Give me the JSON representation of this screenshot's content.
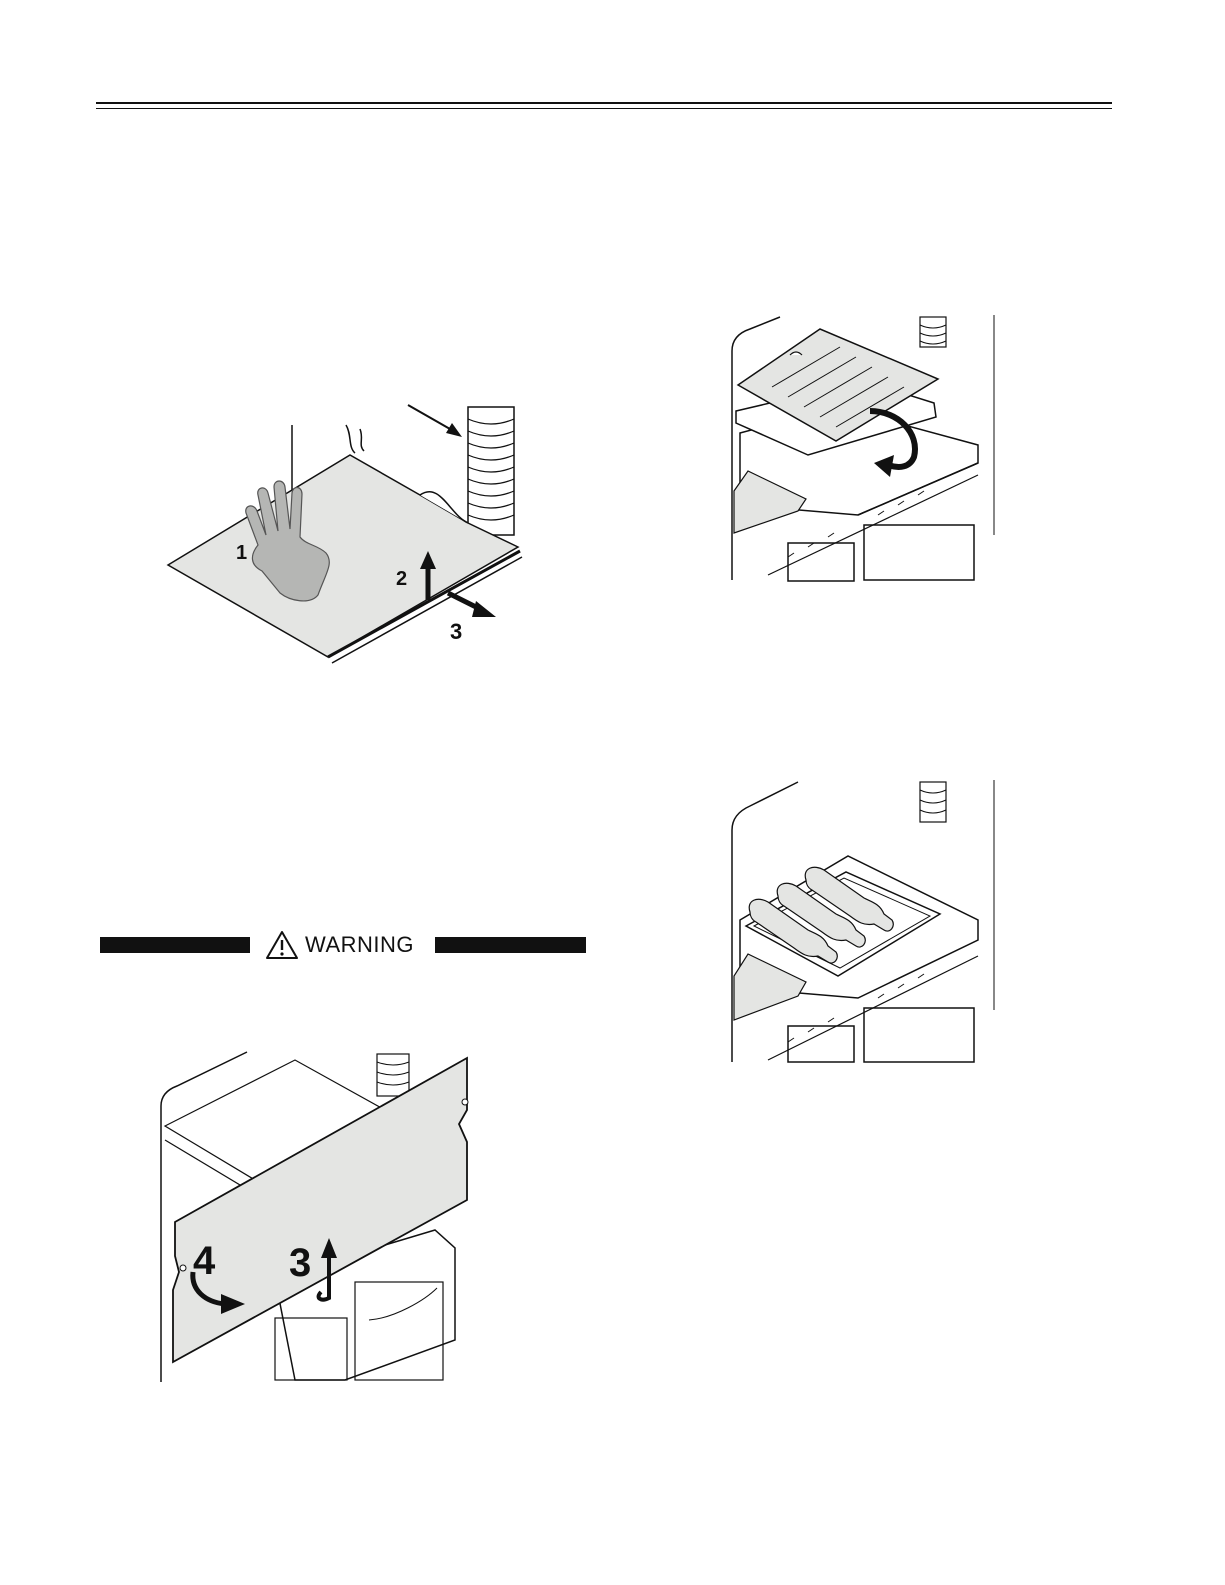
{
  "header": {
    "rule": "double"
  },
  "figures": {
    "shelf_removal": {
      "steps": [
        "1",
        "2",
        "3"
      ],
      "icon": "hand-icon"
    },
    "tray_flip": {
      "icon": "curved-arrow-icon"
    },
    "bottle_tray": {
      "bottle_count": 3
    },
    "panel_removal": {
      "steps": [
        "4",
        "3"
      ]
    }
  },
  "warning": {
    "label": "WARNING",
    "icon": "warning-triangle-icon"
  },
  "colors": {
    "ink": "#111111",
    "panel_fill": "#e4e5e3",
    "paper": "#ffffff"
  }
}
